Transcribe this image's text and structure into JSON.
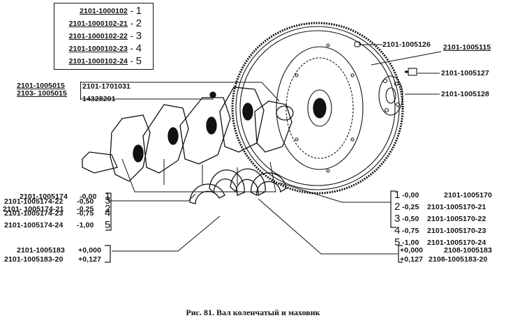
{
  "legend": [
    {
      "code": "2101-1000102",
      "num": "1"
    },
    {
      "code": "2101-1000102-21",
      "num": "2"
    },
    {
      "code": "2101-1000102-22",
      "num": "3"
    },
    {
      "code": "2101-1000102-23",
      "num": "4"
    },
    {
      "code": "2101-1000102-24",
      "num": "5"
    }
  ],
  "labels": {
    "flywheel": "2101-1005115",
    "flywheel_pin": "2101-1005126",
    "bolt": "2101-1005127",
    "washer": "2101-1005128",
    "crankshaft_a": "2101-1005015",
    "crankshaft_b": "2103- 1005015",
    "plug_a": "2101-1701031",
    "plug_b": "14328201"
  },
  "main_bearings_left": [
    {
      "code": "2101-1005174",
      "size": "-0,00",
      "num": "1"
    },
    {
      "code": "2101- 1005174-21",
      "size": "-0,25",
      "num": "2"
    },
    {
      "code": "2101-1005174-22",
      "size": "-0,50",
      "num": "3"
    },
    {
      "code": "2101-1005174-23",
      "size": "-0,75",
      "num": "4"
    },
    {
      "code": "2101-1005174-24",
      "size": "-1,00",
      "num": "5"
    }
  ],
  "rod_bearings_right": [
    {
      "num": "1",
      "size": "-0,00",
      "code": "2101-1005170"
    },
    {
      "num": "2",
      "size": "-0,25",
      "code": "2101-1005170-21"
    },
    {
      "num": "3",
      "size": "-0,50",
      "code": "2101-1005170-22"
    },
    {
      "num": "4",
      "size": "-0,75",
      "code": "2101-1005170-23"
    },
    {
      "num": "5",
      "size": "-1,00",
      "code": "2101-1005170-24"
    }
  ],
  "thrust_left": [
    {
      "code": "2101-1005183",
      "size": "+0,000"
    },
    {
      "code": "2101-1005183-20",
      "size": "+0,127"
    }
  ],
  "thrust_right": [
    {
      "size": "+0,000",
      "code": "2108-1005183"
    },
    {
      "size": "+0,127",
      "code": "2108-1005183-20"
    }
  ],
  "caption": "Рис. 81. Вал коленчатый и маховик"
}
